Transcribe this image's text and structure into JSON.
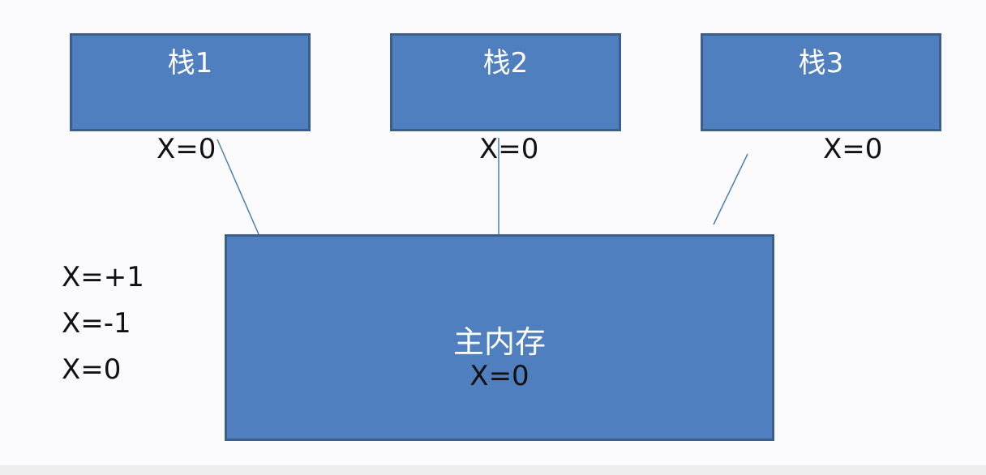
{
  "stacks": [
    {
      "label": "栈1",
      "value": "X=0"
    },
    {
      "label": "栈2",
      "value": "X=0"
    },
    {
      "label": "栈3",
      "value": "X=0"
    }
  ],
  "main_memory": {
    "label": "主内存",
    "value": "X=0"
  },
  "side_values": [
    "X=+1",
    "X=-1",
    "X=0"
  ],
  "colors": {
    "box_fill": "#4f7fbf",
    "box_border": "#3a5f8f",
    "connector": "#4a7fb0",
    "background": "#fbfbfd"
  }
}
